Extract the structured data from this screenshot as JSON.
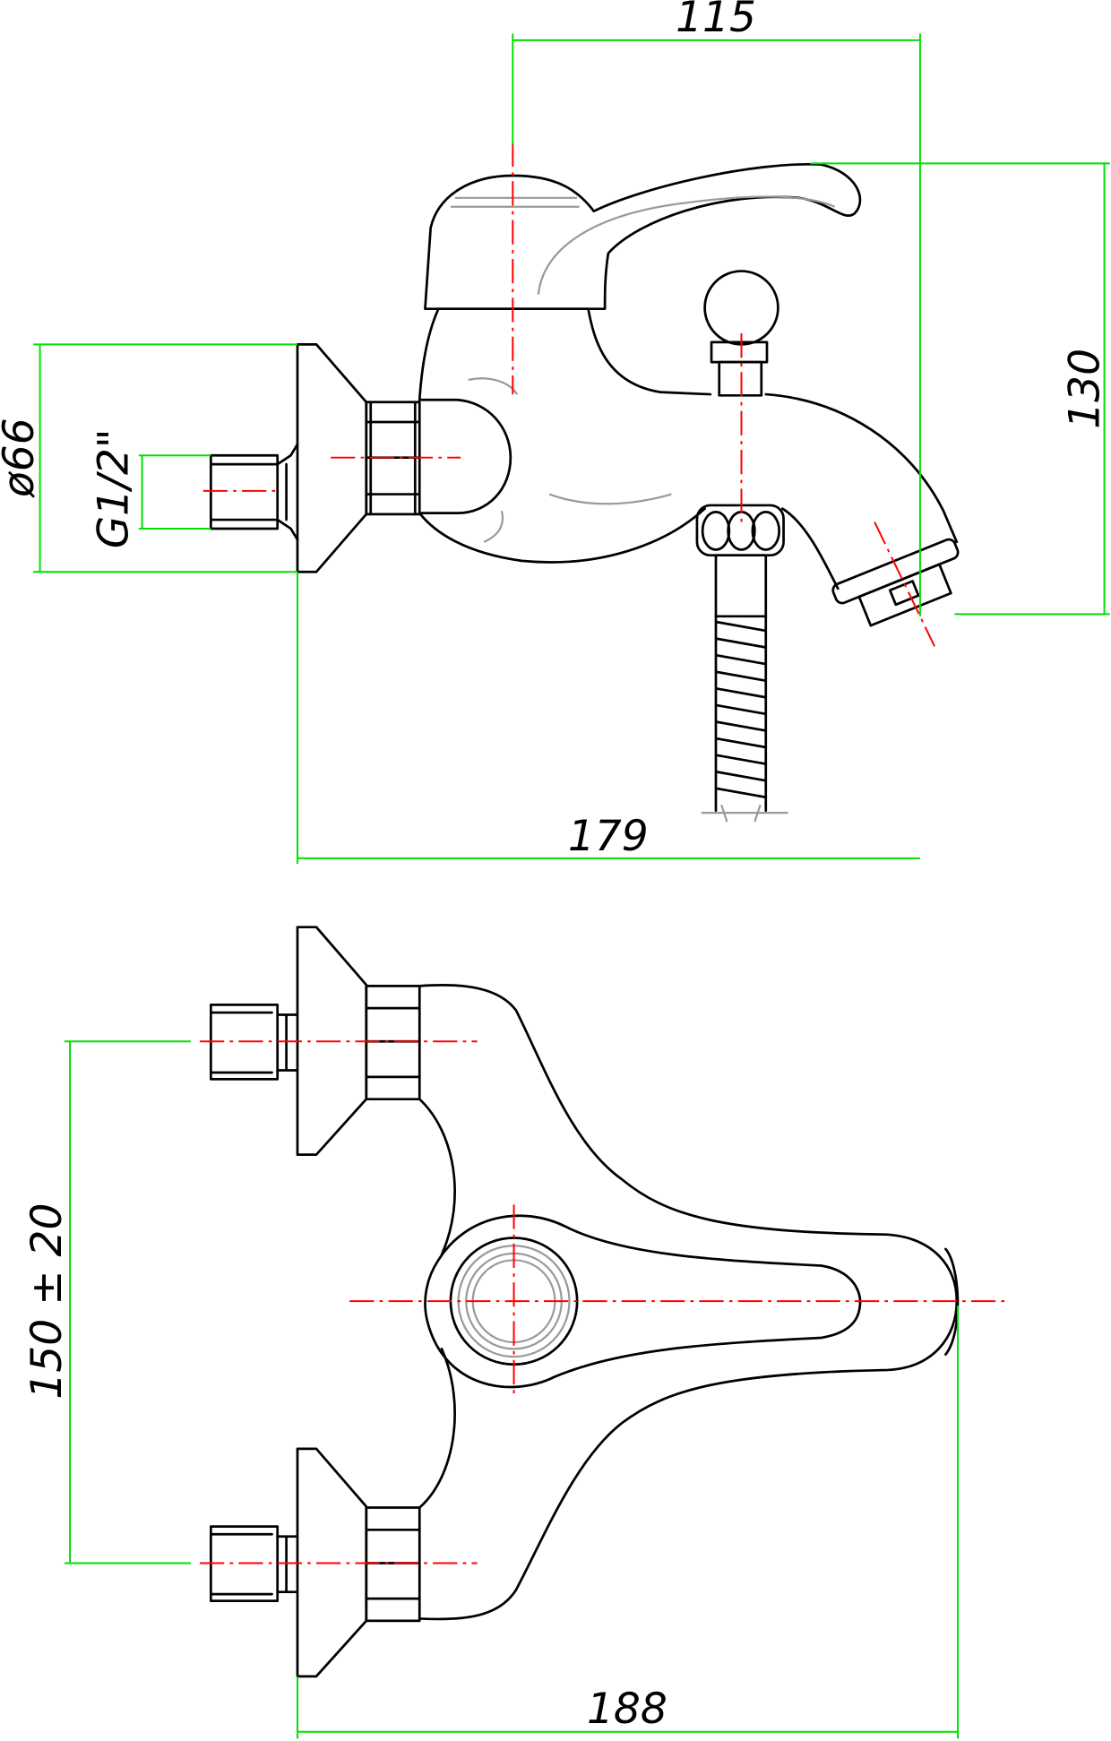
{
  "drawing": {
    "title": "Bath mixer technical drawing",
    "side_view": {
      "dim_width_top": "115",
      "dim_height": "130",
      "dim_flange_diameter": "ø66",
      "dim_thread": "G1/2\"",
      "dim_depth": "179"
    },
    "top_view": {
      "dim_center_distance": "150 ± 20",
      "dim_depth": "188"
    },
    "colors": {
      "outline": "#000000",
      "dimension": "#00e000",
      "centerline": "#ff0000",
      "detail": "#9a9a9a"
    }
  }
}
